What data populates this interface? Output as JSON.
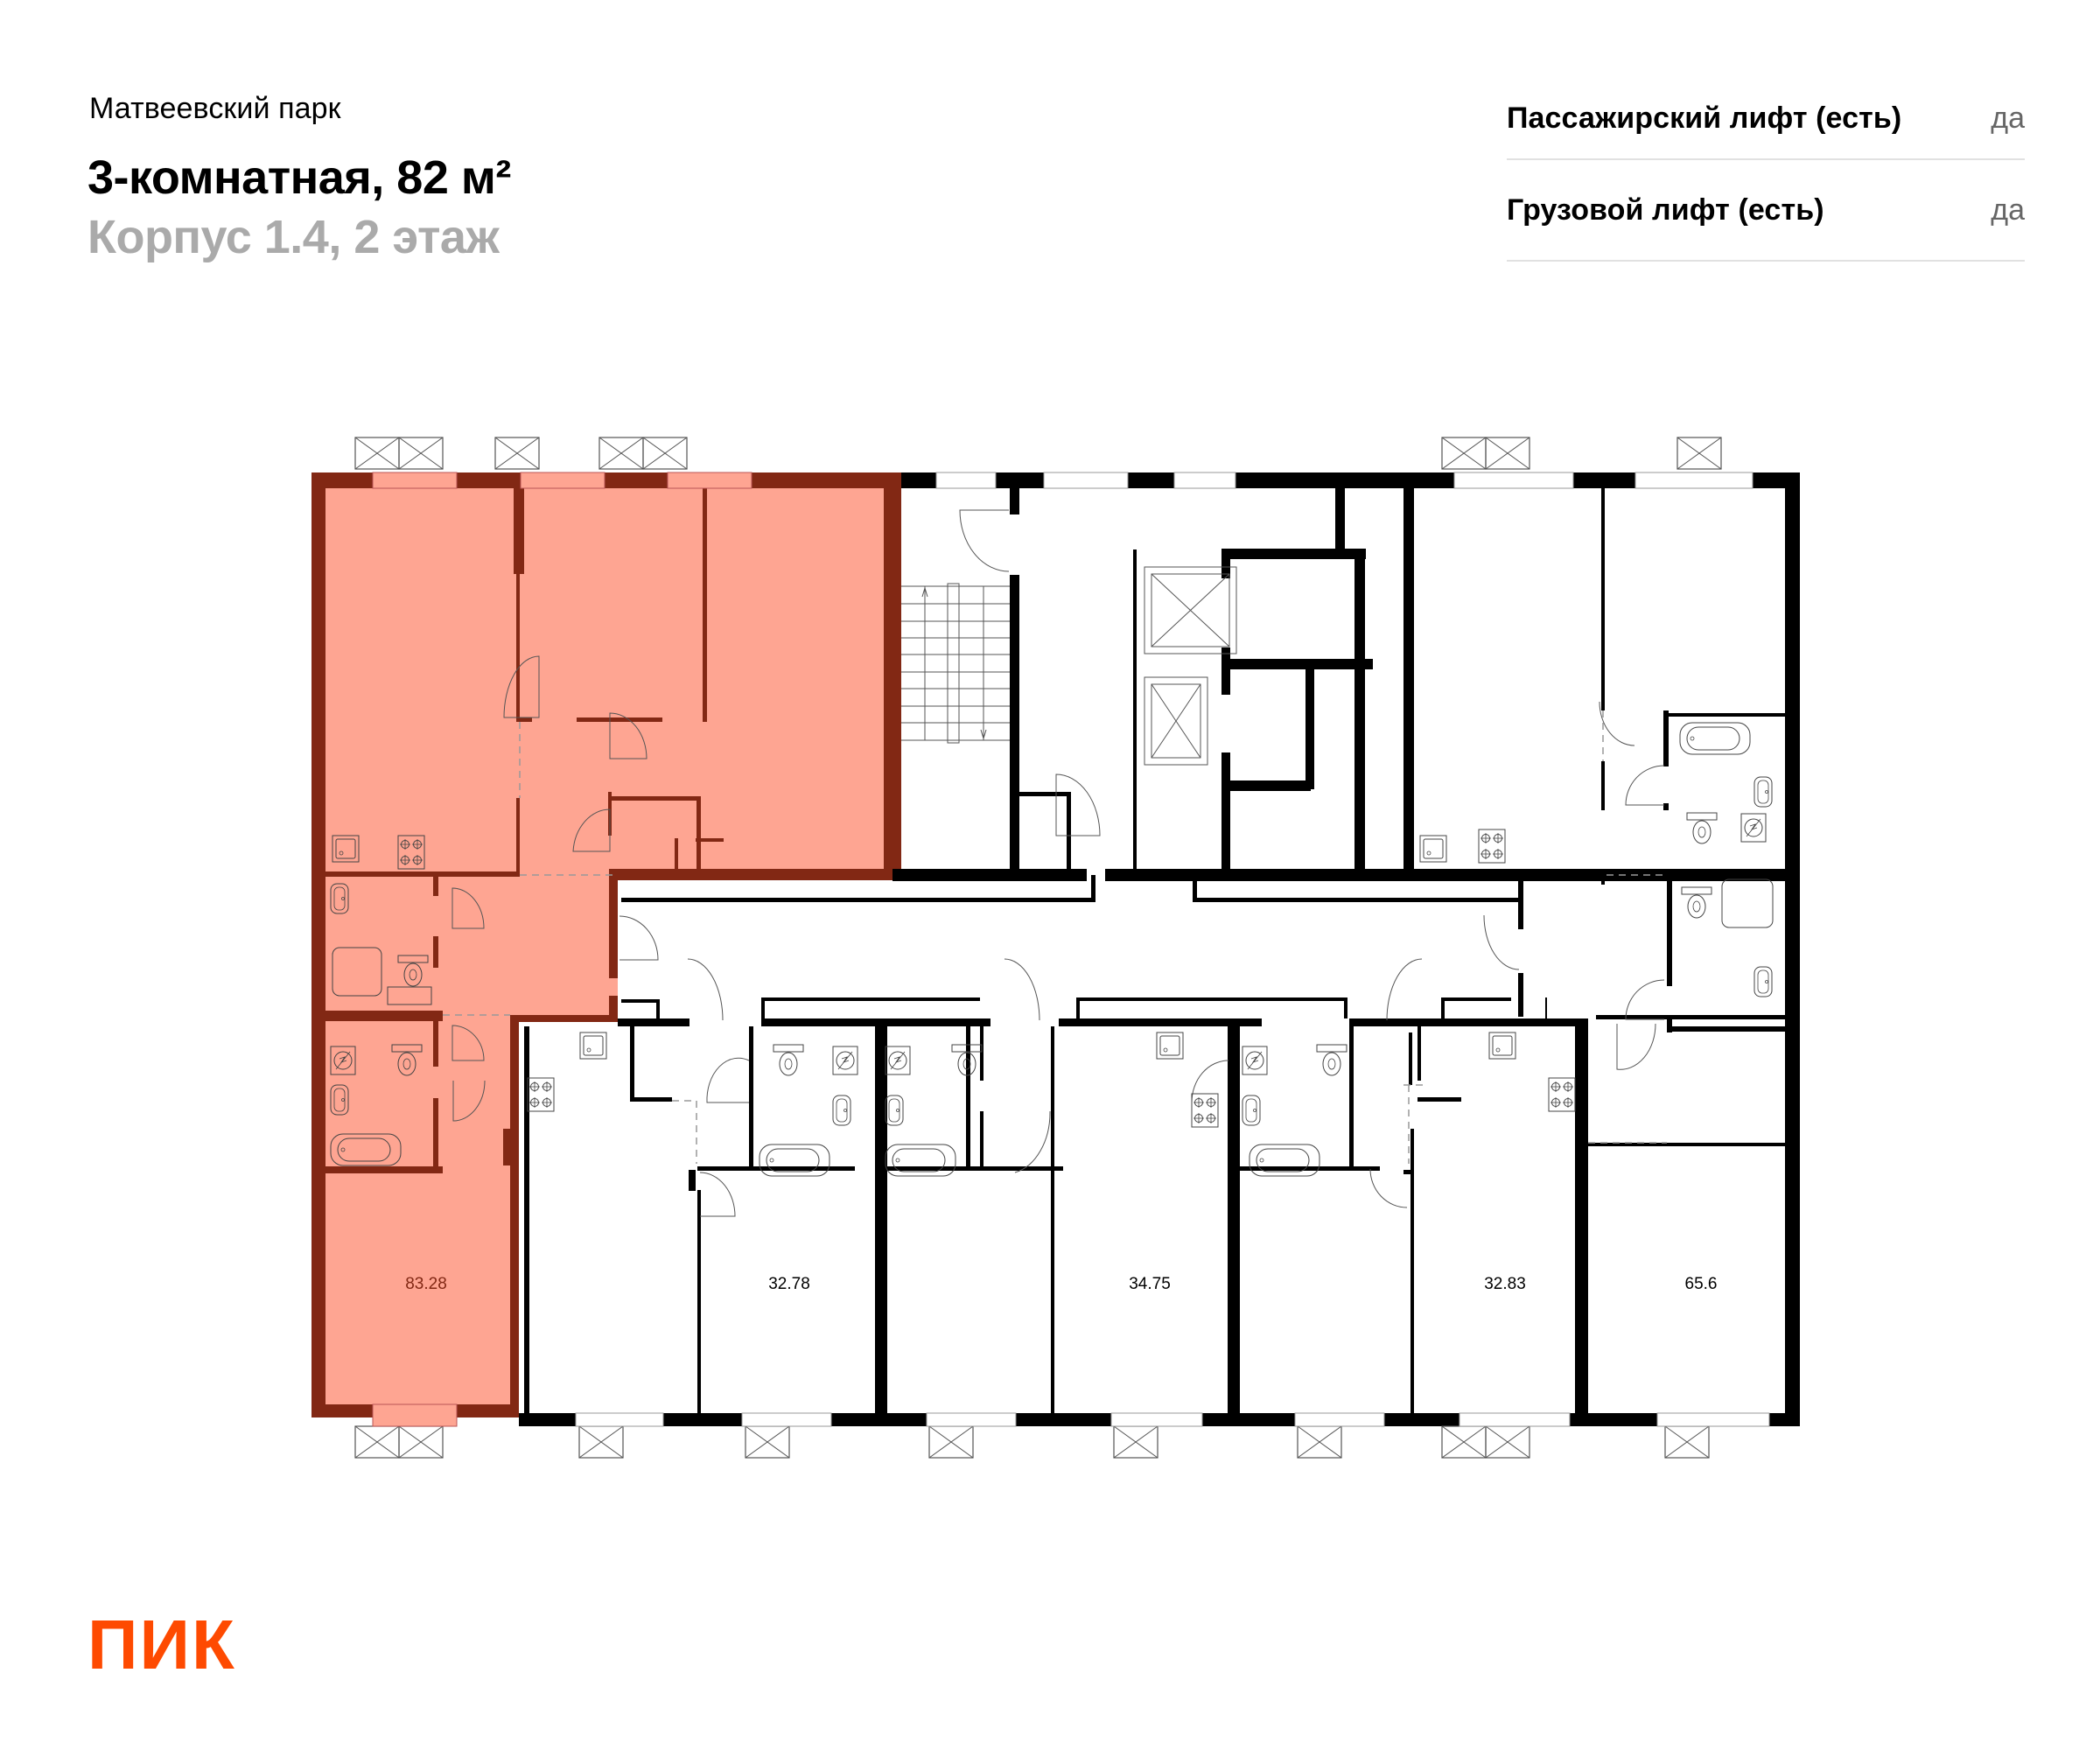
{
  "header": {
    "project": "Матвеевский парк",
    "title": "3-комнатная, 82 м²",
    "subtitle": "Корпус 1.4, 2 этаж"
  },
  "specs": [
    {
      "label": "Пассажирский лифт (есть)",
      "value": "да"
    },
    {
      "label": "Грузовой лифт (есть)",
      "value": "да"
    }
  ],
  "plan": {
    "highlight_fill": "#fea592",
    "highlight_wall": "#822814",
    "wall_color": "#000000",
    "apartments": [
      {
        "area": "83.28",
        "selected": true
      },
      {
        "area": "32.78",
        "selected": false
      },
      {
        "area": "34.75",
        "selected": false
      },
      {
        "area": "32.83",
        "selected": false
      },
      {
        "area": "65.6",
        "selected": false
      }
    ]
  },
  "logo": {
    "text": "ПИК",
    "color": "#fe4a01"
  }
}
